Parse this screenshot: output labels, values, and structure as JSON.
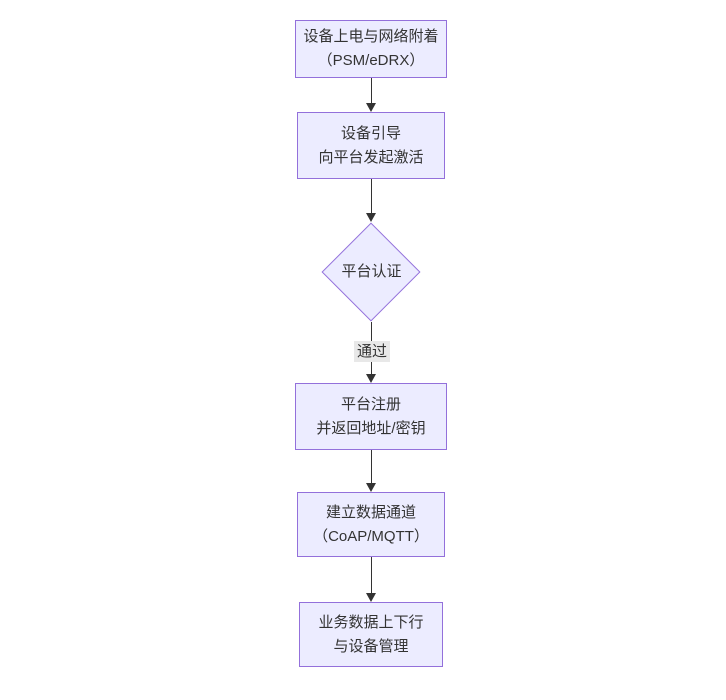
{
  "diagram": {
    "type": "flowchart",
    "direction": "top-down",
    "colors": {
      "canvas_bg": "#ffffff",
      "node_fill": "#ECECFF",
      "node_border": "#9370DB",
      "text": "#333333",
      "arrow": "#333333",
      "edge_label_bg": "#e8e8e8"
    },
    "nodes": [
      {
        "id": "n1",
        "shape": "rect",
        "lines": [
          "设备上电与网络附着",
          "（PSM/eDRX）"
        ]
      },
      {
        "id": "n2",
        "shape": "rect",
        "lines": [
          "设备引导",
          "向平台发起激活"
        ]
      },
      {
        "id": "n3",
        "shape": "diamond",
        "lines": [
          "平台认证"
        ]
      },
      {
        "id": "n4",
        "shape": "rect",
        "lines": [
          "平台注册",
          "并返回地址/密钥"
        ]
      },
      {
        "id": "n5",
        "shape": "rect",
        "lines": [
          "建立数据通道",
          "（CoAP/MQTT）"
        ]
      },
      {
        "id": "n6",
        "shape": "rect",
        "lines": [
          "业务数据上下行",
          "与设备管理"
        ]
      }
    ],
    "edges": [
      {
        "from": "n1",
        "to": "n2",
        "label": ""
      },
      {
        "from": "n2",
        "to": "n3",
        "label": ""
      },
      {
        "from": "n3",
        "to": "n4",
        "label": "通过"
      },
      {
        "from": "n4",
        "to": "n5",
        "label": ""
      },
      {
        "from": "n5",
        "to": "n6",
        "label": ""
      }
    ]
  }
}
